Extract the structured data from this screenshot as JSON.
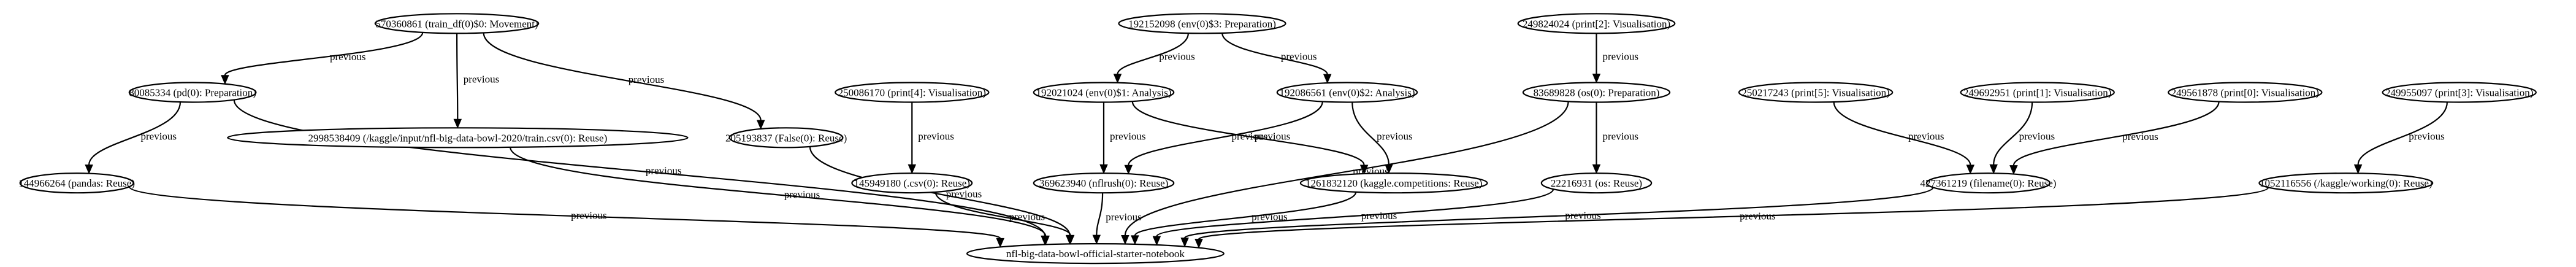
{
  "nodes": [
    {
      "id": "n570360861",
      "label": "570360861 (train_df(0)$0: Movement)"
    },
    {
      "id": "n80085334",
      "label": "80085334 (pd(0): Preparation)"
    },
    {
      "id": "n2998538409",
      "label": "2998538409 (/kaggle/input/nfl-big-data-bowl-2020/train.csv(0): Reuse)"
    },
    {
      "id": "n205193837",
      "label": "205193837 (False(0): Reuse)"
    },
    {
      "id": "n144966264",
      "label": "144966264 (pandas: Reuse)"
    },
    {
      "id": "n250086170",
      "label": "250086170 (print[4]: Visualisation)"
    },
    {
      "id": "n145949180",
      "label": "145949180 (.csv(0): Reuse)"
    },
    {
      "id": "n192152098",
      "label": "192152098 (env(0)$3: Preparation)"
    },
    {
      "id": "n192021024",
      "label": "192021024 (env(0)$1: Analysis)"
    },
    {
      "id": "n192086561",
      "label": "192086561 (env(0)$2: Analysis)"
    },
    {
      "id": "n369623940",
      "label": "369623940 (nflrush(0): Reuse)"
    },
    {
      "id": "n1261832120",
      "label": "1261832120 (kaggle.competitions: Reuse)"
    },
    {
      "id": "n249824024",
      "label": "249824024 (print[2]: Visualisation)"
    },
    {
      "id": "n83689828",
      "label": "83689828 (os(0): Preparation)"
    },
    {
      "id": "n22216931",
      "label": "22216931 (os: Reuse)"
    },
    {
      "id": "n250217243",
      "label": "250217243 (print[5]: Visualisation)"
    },
    {
      "id": "n249692951",
      "label": "249692951 (print[1]: Visualisation)"
    },
    {
      "id": "n249561878",
      "label": "249561878 (print[0]: Visualisation)"
    },
    {
      "id": "n427361219",
      "label": "427361219 (filename(0): Reuse)"
    },
    {
      "id": "n249955097",
      "label": "249955097 (print[3]: Visualisation)"
    },
    {
      "id": "n1052116556",
      "label": "1052116556 (/kaggle/working(0): Reuse)"
    },
    {
      "id": "root",
      "label": "nfl-big-data-bowl-official-starter-notebook"
    }
  ],
  "edges": [
    {
      "from": "n570360861",
      "to": "n80085334",
      "label": "previous"
    },
    {
      "from": "n570360861",
      "to": "n2998538409",
      "label": "previous"
    },
    {
      "from": "n570360861",
      "to": "n205193837",
      "label": "previous"
    },
    {
      "from": "n80085334",
      "to": "n144966264",
      "label": "previous"
    },
    {
      "from": "n80085334",
      "to": "root",
      "label": "previous"
    },
    {
      "from": "n2998538409",
      "to": "root",
      "label": "previous"
    },
    {
      "from": "n205193837",
      "to": "root",
      "label": "previous"
    },
    {
      "from": "n144966264",
      "to": "root",
      "label": "previous"
    },
    {
      "from": "n250086170",
      "to": "n145949180",
      "label": "previous"
    },
    {
      "from": "n145949180",
      "to": "root",
      "label": "previous"
    },
    {
      "from": "n192152098",
      "to": "n192021024",
      "label": "previous"
    },
    {
      "from": "n192152098",
      "to": "n192086561",
      "label": "previous"
    },
    {
      "from": "n192021024",
      "to": "n369623940",
      "label": "previous"
    },
    {
      "from": "n192021024",
      "to": "n1261832120",
      "label": "previous"
    },
    {
      "from": "n192086561",
      "to": "n369623940",
      "label": "previous"
    },
    {
      "from": "n192086561",
      "to": "n1261832120",
      "label": "previous"
    },
    {
      "from": "n369623940",
      "to": "root",
      "label": "previous"
    },
    {
      "from": "n1261832120",
      "to": "root",
      "label": "previous"
    },
    {
      "from": "n249824024",
      "to": "n83689828",
      "label": "previous"
    },
    {
      "from": "n83689828",
      "to": "n22216931",
      "label": "previous"
    },
    {
      "from": "n83689828",
      "to": "root",
      "label": "previous"
    },
    {
      "from": "n22216931",
      "to": "root",
      "label": "previous"
    },
    {
      "from": "n250217243",
      "to": "n427361219",
      "label": "previous"
    },
    {
      "from": "n249692951",
      "to": "n427361219",
      "label": "previous"
    },
    {
      "from": "n249561878",
      "to": "n427361219",
      "label": "previous"
    },
    {
      "from": "n427361219",
      "to": "root",
      "label": "previous"
    },
    {
      "from": "n249955097",
      "to": "n1052116556",
      "label": "previous"
    },
    {
      "from": "n1052116556",
      "to": "root",
      "label": "previous"
    }
  ]
}
